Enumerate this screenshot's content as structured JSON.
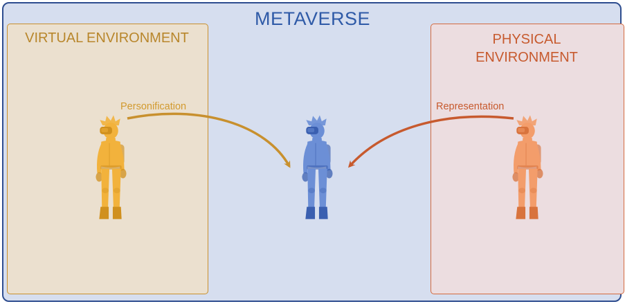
{
  "diagram": {
    "title": "METAVERSE",
    "virtual": {
      "title": "VIRTUAL ENVIRONMENT"
    },
    "physical": {
      "title": "PHYSICAL ENVIRONMENT"
    },
    "arrows": {
      "personification": "Personification",
      "representation": "Representation"
    }
  },
  "colors": {
    "virtual": "#f2b23c",
    "metaverse": "#4b74c4",
    "physical": "#ee8a55"
  }
}
